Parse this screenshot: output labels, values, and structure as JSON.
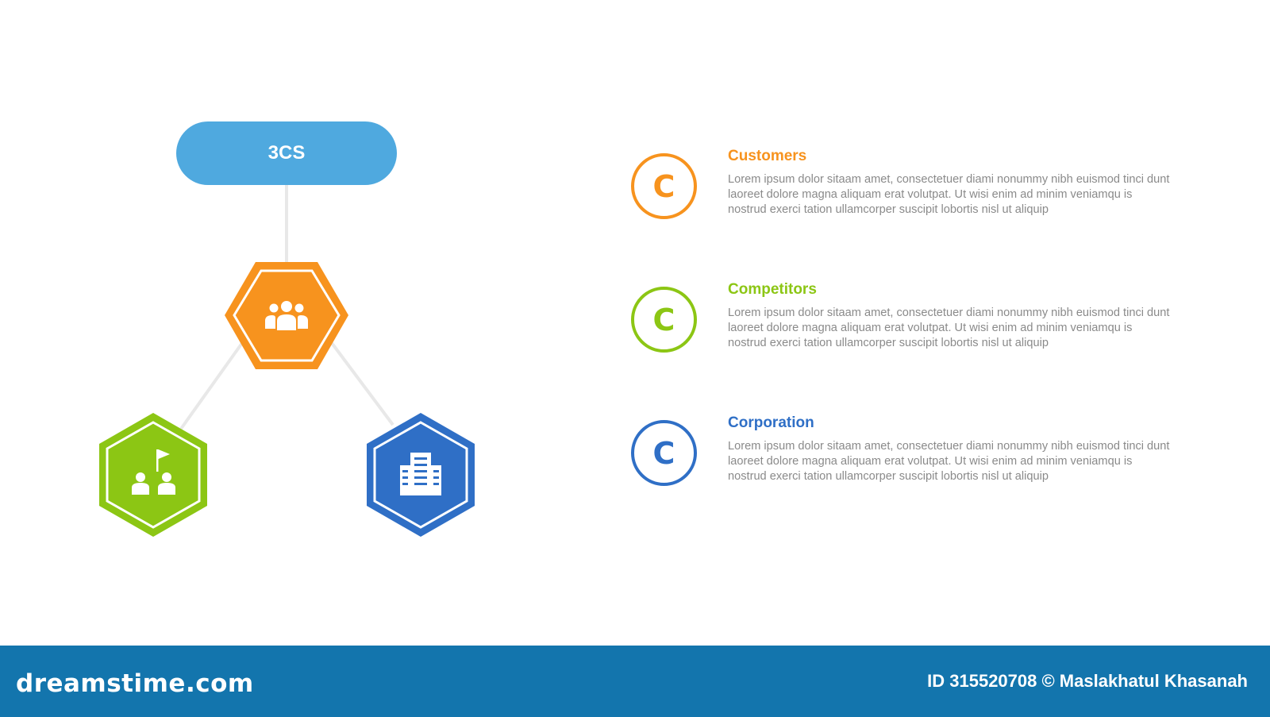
{
  "diagram": {
    "root_label": "3CS",
    "nodes": [
      {
        "key": "customers",
        "icon": "people-group-icon",
        "color": "#f7931e"
      },
      {
        "key": "competitors",
        "icon": "people-flag-icon",
        "color": "#8cc614"
      },
      {
        "key": "corporation",
        "icon": "building-icon",
        "color": "#2f6fc6"
      }
    ],
    "connector_color": "#e8e8e8"
  },
  "items": [
    {
      "badge": "C",
      "title": "Customers",
      "color": "#f7931e",
      "text": "Lorem ipsum dolor sitaam amet, consectetuer diami nonummy  nibh euismod tinci dunt laoreet dolore magna aliquam erat volutpat. Ut wisi enim ad minim veniamqu is nostrud exerci tation ullamcorper suscipit lobortis nisl ut aliquip"
    },
    {
      "badge": "C",
      "title": "Competitors",
      "color": "#8cc614",
      "text": "Lorem ipsum dolor sitaam amet, consectetuer diami nonummy  nibh euismod tinci dunt laoreet dolore magna aliquam erat volutpat. Ut wisi enim ad minim veniamqu is nostrud exerci tation ullamcorper suscipit lobortis nisl ut aliquip"
    },
    {
      "badge": "C",
      "title": "Corporation",
      "color": "#2f6fc6",
      "text": "Lorem ipsum dolor sitaam amet, consectetuer diami nonummy  nibh euismod tinci dunt laoreet dolore magna aliquam erat volutpat. Ut wisi enim ad minim veniamqu is nostrud exerci tation ullamcorper suscipit lobortis nisl ut aliquip"
    }
  ],
  "footer": {
    "brand": "dreamstime.com",
    "credit": "ID 315520708 © Maslakhatul Khasanah",
    "background": "#1375ad"
  }
}
